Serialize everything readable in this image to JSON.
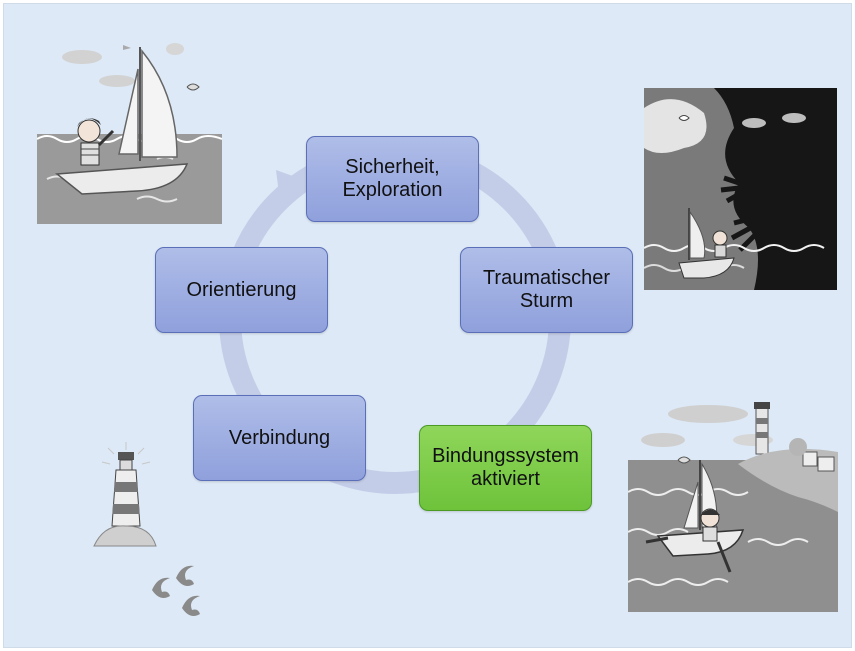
{
  "diagram": {
    "nodes": [
      {
        "id": "sicherheit",
        "label": "Sicherheit,\nExploration",
        "state": "default"
      },
      {
        "id": "sturm",
        "label": "Traumatischer\nSturm",
        "state": "default"
      },
      {
        "id": "bindung",
        "label": "Bindungssystem\naktiviert",
        "state": "active"
      },
      {
        "id": "verbindung",
        "label": "Verbindung",
        "state": "default"
      },
      {
        "id": "orientierung",
        "label": "Orientierung",
        "state": "default"
      }
    ],
    "cycle_direction": "clockwise"
  },
  "illustrations": [
    {
      "name": "boy-in-sailboat-calm-sea"
    },
    {
      "name": "storm-monster-over-boat"
    },
    {
      "name": "boat-near-lighthouse-harbor"
    },
    {
      "name": "lighthouse-with-waves"
    }
  ],
  "colors": {
    "background": "#dde9f6",
    "node_fill": "#9fb0e2",
    "node_border": "#5b6fb8",
    "active_fill": "#7ccb48",
    "cycle_ring": "#c4cde8"
  }
}
